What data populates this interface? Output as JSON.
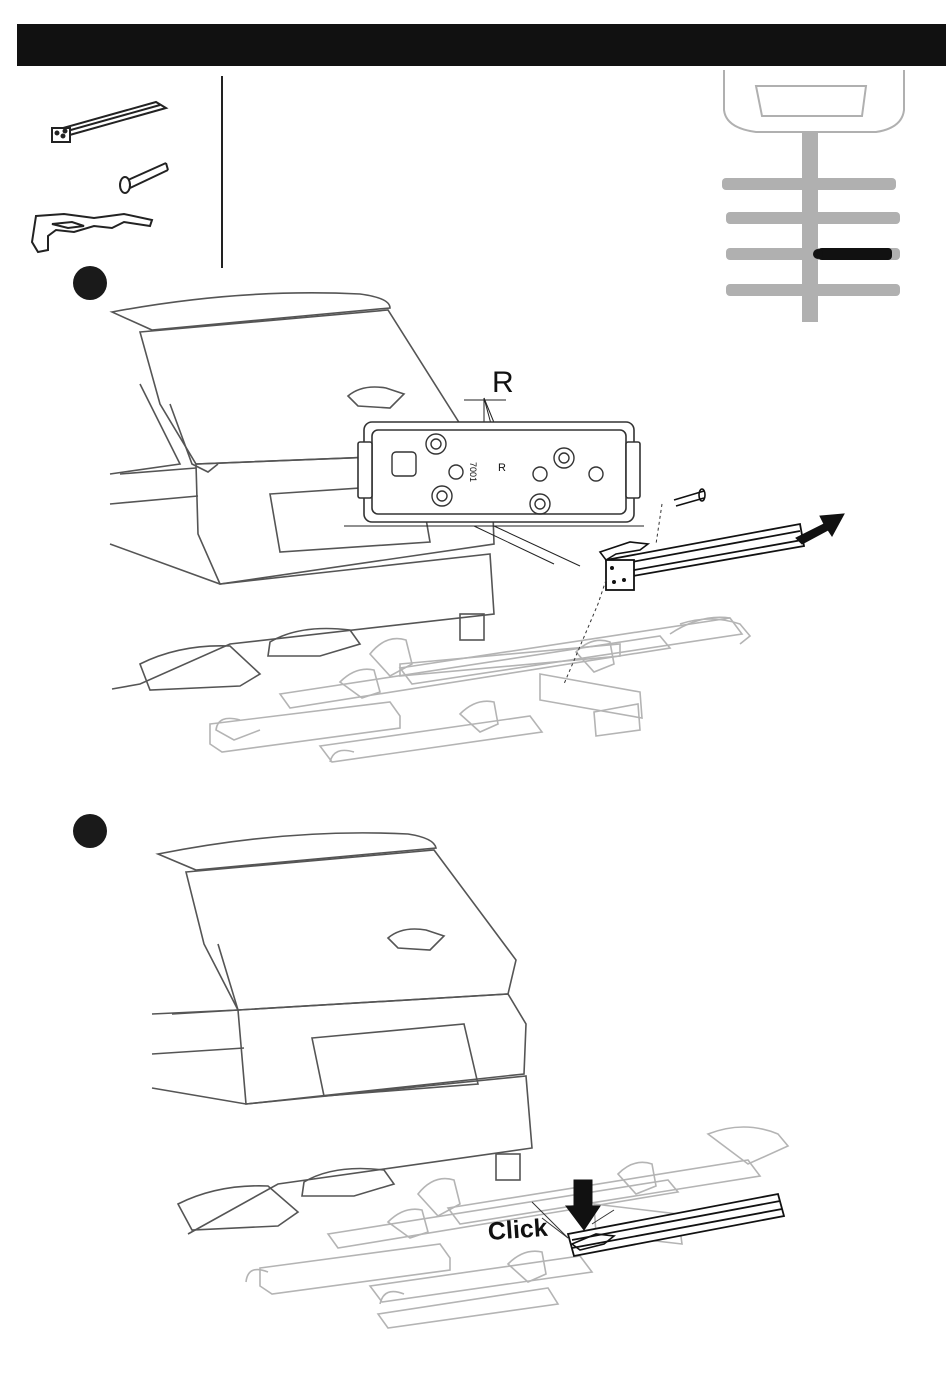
{
  "header": {
    "title": ""
  },
  "parts": {
    "items": [
      {
        "name": "extension-bar",
        "icon": "bar-icon"
      },
      {
        "name": "pin",
        "icon": "pin-icon"
      },
      {
        "name": "tool",
        "icon": "tool-icon"
      }
    ]
  },
  "steps": [
    {
      "number": "",
      "labels": {
        "plate_letter": "R",
        "plate_mark": "R",
        "plate_code": "7001"
      }
    },
    {
      "number": "",
      "labels": {
        "action": "Click"
      }
    }
  ],
  "colors": {
    "ink": "#111111",
    "line": "#444444",
    "ghost": "#b0b0b0",
    "highlight": "#111111"
  }
}
